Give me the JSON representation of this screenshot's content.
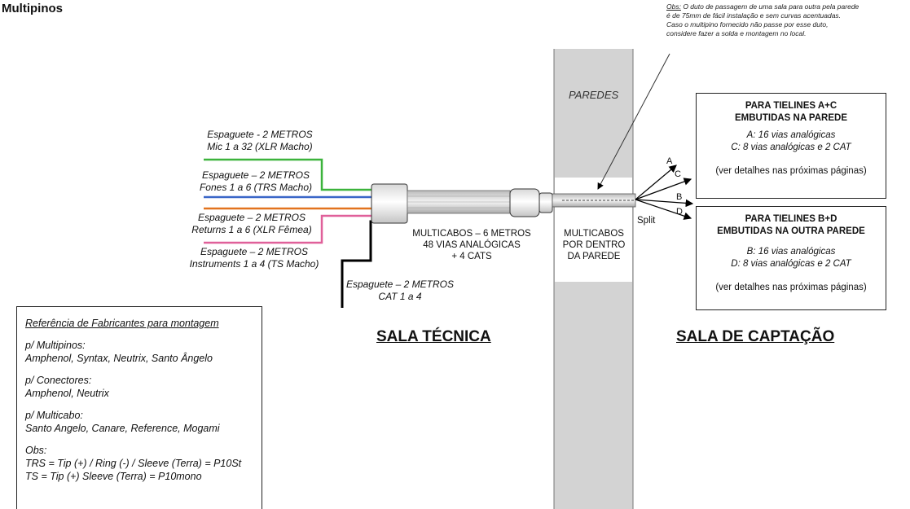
{
  "title": "Multipinos",
  "note": {
    "heading": "Obs:",
    "lines": [
      "O duto de passagem de uma sala para outra pela parede",
      "é de 75mm de fácil instalação e sem curvas acentuadas.",
      "Caso o multipino fornecido não passe  por esse duto,",
      "considere fazer a solda e montagem no local."
    ]
  },
  "wall_label": "PAREDES",
  "cables": [
    {
      "line1": "Espaguete - 2 METROS",
      "line2": "Mic 1 a 32 (XLR Macho)",
      "color": "#3cb33c"
    },
    {
      "line1": "Espaguete – 2 METROS",
      "line2": "Fones 1 a 6 (TRS Macho)",
      "color": "#3a66c8"
    },
    {
      "line1": "Espaguete – 2 METROS",
      "line2": "Returns 1 a 6 (XLR Fêmea)",
      "color": "#e0609a"
    },
    {
      "line1": "Espaguete – 2 METROS",
      "line2": "Instruments 1 a 4 (TS Macho)",
      "color": "#e2731e"
    },
    {
      "line1": "Espaguete – 2 METROS",
      "line2": "CAT 1 a 4",
      "color": "#000000"
    }
  ],
  "multicabos": {
    "line1": "MULTICABOS – 6 METROS",
    "line2": "48 VIAS ANALÓGICAS",
    "line3": "+ 4 CATS"
  },
  "inwall": {
    "line1": "MULTICABOS",
    "line2": "POR DENTRO",
    "line3": "DA PAREDE"
  },
  "split_label": "Split",
  "letters": [
    "A",
    "C",
    "B",
    "D"
  ],
  "box_ac": {
    "h1": "PARA TIELINES A+C",
    "h2": "EMBUTIDAS NA PAREDE",
    "i1": "A: 16 vias analógicas",
    "i2": "C: 8 vias analógicas e 2 CAT",
    "p": "(ver detalhes nas próximas páginas)"
  },
  "box_bd": {
    "h1": "PARA TIELINES B+D",
    "h2": "EMBUTIDAS NA OUTRA PAREDE",
    "i1": "B: 16 vias analógicas",
    "i2": "D: 8 vias analógicas e 2 CAT",
    "p": "(ver detalhes nas próximas páginas)"
  },
  "rooms": {
    "left": "SALA TÉCNICA",
    "right": "SALA DE CAPTAÇÃO"
  },
  "reference": {
    "heading": "Referência de Fabricantes para montagem",
    "sections": [
      {
        "label": "p/ Multipinos:",
        "value": "Amphenol, Syntax, Neutrix, Santo Ângelo"
      },
      {
        "label": "p/ Conectores:",
        "value": "Amphenol, Neutrix"
      },
      {
        "label": "p/ Multicabo:",
        "value": "Santo Angelo, Canare, Reference, Mogami"
      }
    ],
    "obs_label": "Obs:",
    "obs_lines": [
      "TRS = Tip (+) / Ring (-) / Sleeve (Terra) = P10St",
      "TS = Tip (+) Sleeve (Terra) = P10mono"
    ]
  }
}
